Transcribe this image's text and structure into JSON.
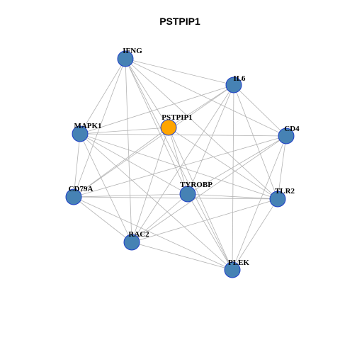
{
  "title": "PSTPIP1",
  "colors": {
    "hub": "#FFA500",
    "node": "#4682B4",
    "node_border": "#1f3fc8",
    "edge": "#b3b3b3"
  },
  "network": {
    "hub": "PSTPIP1",
    "nodes": [
      {
        "id": "IFNG",
        "label": "IFNG",
        "type": "gene"
      },
      {
        "id": "IL6",
        "label": "IL6",
        "type": "gene"
      },
      {
        "id": "PSTPIP1",
        "label": "PSTPIP1",
        "type": "hub"
      },
      {
        "id": "MAPK1",
        "label": "MAPK1",
        "type": "gene"
      },
      {
        "id": "CD4",
        "label": "CD4",
        "type": "gene"
      },
      {
        "id": "CD79A",
        "label": "CD79A",
        "type": "gene"
      },
      {
        "id": "TYROBP",
        "label": "TYROBP",
        "type": "gene"
      },
      {
        "id": "TLR2",
        "label": "TLR2",
        "type": "gene"
      },
      {
        "id": "RAC2",
        "label": "RAC2",
        "type": "gene"
      },
      {
        "id": "PLEK",
        "label": "PLEK",
        "type": "gene"
      }
    ],
    "edges": [
      [
        "IFNG",
        "IL6"
      ],
      [
        "IFNG",
        "PSTPIP1"
      ],
      [
        "IFNG",
        "MAPK1"
      ],
      [
        "IFNG",
        "CD4"
      ],
      [
        "IFNG",
        "CD79A"
      ],
      [
        "IFNG",
        "TYROBP"
      ],
      [
        "IFNG",
        "TLR2"
      ],
      [
        "IFNG",
        "RAC2"
      ],
      [
        "IFNG",
        "PLEK"
      ],
      [
        "IL6",
        "PSTPIP1"
      ],
      [
        "IL6",
        "MAPK1"
      ],
      [
        "IL6",
        "CD4"
      ],
      [
        "IL6",
        "CD79A"
      ],
      [
        "IL6",
        "TYROBP"
      ],
      [
        "IL6",
        "TLR2"
      ],
      [
        "IL6",
        "RAC2"
      ],
      [
        "IL6",
        "PLEK"
      ],
      [
        "PSTPIP1",
        "MAPK1"
      ],
      [
        "PSTPIP1",
        "CD79A"
      ],
      [
        "PSTPIP1",
        "TYROBP"
      ],
      [
        "PSTPIP1",
        "TLR2"
      ],
      [
        "PSTPIP1",
        "RAC2"
      ],
      [
        "PSTPIP1",
        "PLEK"
      ],
      [
        "MAPK1",
        "CD4"
      ],
      [
        "MAPK1",
        "TYROBP"
      ],
      [
        "MAPK1",
        "TLR2"
      ],
      [
        "MAPK1",
        "RAC2"
      ],
      [
        "MAPK1",
        "PLEK"
      ],
      [
        "MAPK1",
        "CD79A"
      ],
      [
        "CD4",
        "CD79A"
      ],
      [
        "CD4",
        "TYROBP"
      ],
      [
        "CD4",
        "TLR2"
      ],
      [
        "CD4",
        "RAC2"
      ],
      [
        "CD4",
        "PLEK"
      ],
      [
        "CD79A",
        "TYROBP"
      ],
      [
        "CD79A",
        "TLR2"
      ],
      [
        "CD79A",
        "RAC2"
      ],
      [
        "CD79A",
        "PLEK"
      ],
      [
        "TYROBP",
        "TLR2"
      ],
      [
        "TYROBP",
        "RAC2"
      ],
      [
        "TYROBP",
        "PLEK"
      ],
      [
        "TLR2",
        "RAC2"
      ],
      [
        "TLR2",
        "PLEK"
      ],
      [
        "RAC2",
        "PLEK"
      ]
    ]
  }
}
